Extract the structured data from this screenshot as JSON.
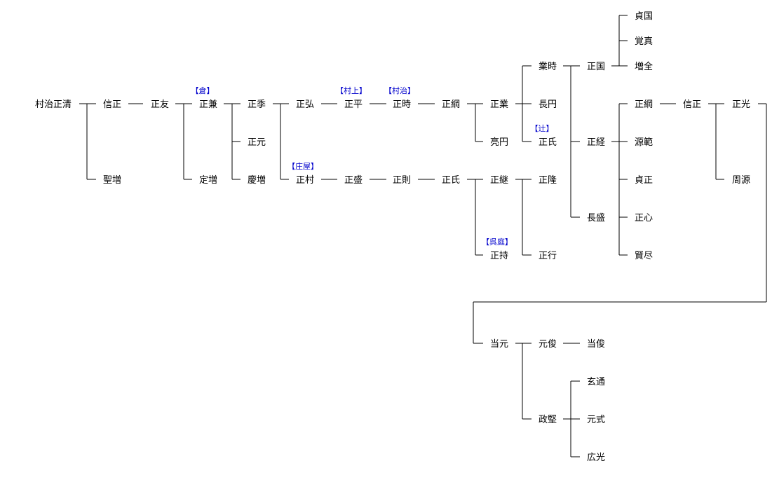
{
  "persons": {
    "p_murajimasakiyo": "村治正清",
    "p_nobumasa1": "信正",
    "p_shozo": "聖増",
    "p_masatomo": "正友",
    "p_masakane": "正兼",
    "p_jozo": "定増",
    "p_masasue": "正季",
    "p_masamoto": "正元",
    "p_keizo": "慶増",
    "p_masahiro": "正弘",
    "p_masamura": "正村",
    "p_masahira": "正平",
    "p_masamori": "正盛",
    "p_masatoki": "正時",
    "p_masanori": "正則",
    "p_masatsuna1": "正綱",
    "p_masauji1": "正氏",
    "p_masanari": "正業",
    "p_ryoen": "亮円",
    "p_masatsugu": "正継",
    "p_masamochi": "正持",
    "p_naritoki": "業時",
    "p_chouen": "長円",
    "p_masauji2": "正氏",
    "p_masataka": "正隆",
    "p_masayuki": "正行",
    "p_masakuni": "正国",
    "p_masatsune": "正経",
    "p_nagamori": "長盛",
    "p_teikoku": "貞国",
    "p_kakushin": "覚真",
    "p_zozen": "増全",
    "p_masatsuna2": "正綱",
    "p_genpan": "源範",
    "p_teisei": "貞正",
    "p_seishin": "正心",
    "p_kenjin": "賢尽",
    "p_nobumasa2": "信正",
    "p_masamitsu": "正光",
    "p_shugen": "周源",
    "p_tougen": "当元",
    "p_genshun": "元俊",
    "p_toushun": "当俊",
    "p_seiken": "政堅",
    "p_gentsu": "玄通",
    "p_genshiki": "元式",
    "p_kouko": "広光"
  },
  "tags": {
    "t_kura": "【倉】",
    "t_murakami": "【村上】",
    "t_muraji": "【村治】",
    "t_shoya": "【庄屋】",
    "t_tsuji": "【辻】",
    "t_kuretei": "【呉庭】"
  },
  "colors": {
    "line": "#000000",
    "name": "#000000",
    "tag": "#0000cc"
  }
}
